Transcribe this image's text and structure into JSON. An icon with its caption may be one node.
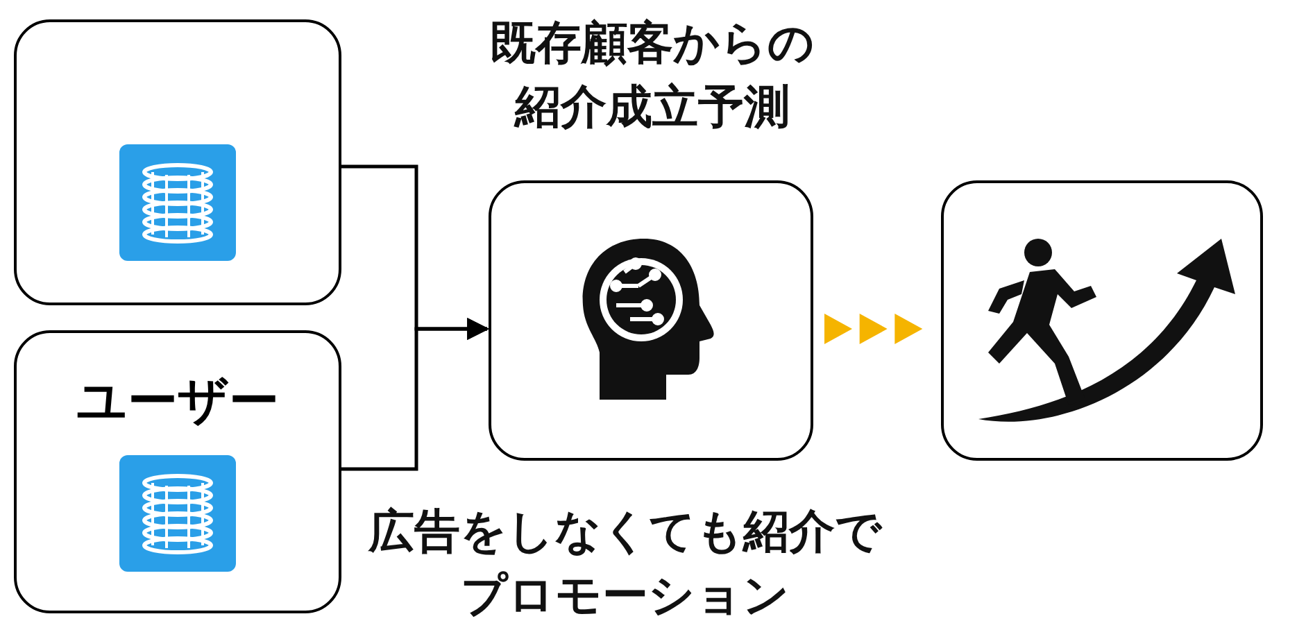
{
  "diagram": {
    "nodes": [
      {
        "text": [],
        "shape": "box"
      },
      {
        "text": [
          "ユーザー"
        ]
      },
      {
        "text": [],
        "shape": "box"
      },
      {
        "text": [],
        "shape": "box"
      }
    ],
    "edges": [
      {
        "from": 0,
        "to": 2,
        "arrow": "to"
      },
      {
        "from": 1,
        "to": 2,
        "arrow": "to"
      },
      {
        "from": 2,
        "to": 3,
        "arrow": "to",
        "color": "#f5b400"
      }
    ],
    "labels": [
      "既存顧客からの紹介成立予測",
      "広告をしなくても紹介でプロモーション"
    ]
  }
}
